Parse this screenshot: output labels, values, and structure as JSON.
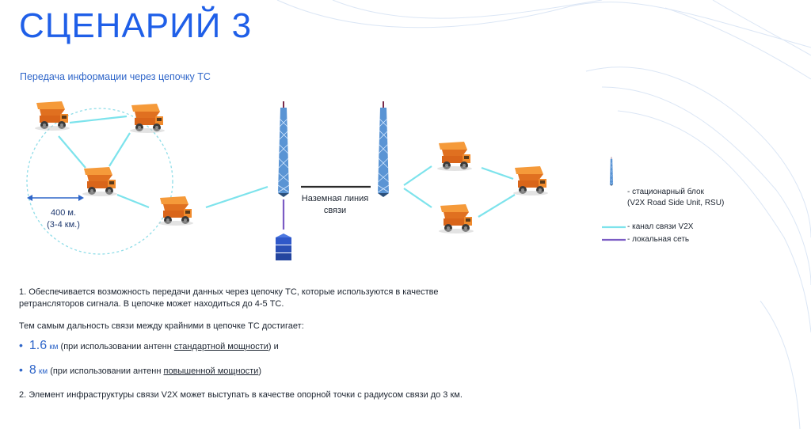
{
  "title": "СЦЕНАРИЙ 3",
  "subtitle": "Передача информации через цепочку ТС",
  "diagram": {
    "distance_label_line1": "400 м.",
    "distance_label_line2": "(3-4 км.)",
    "ground_line_label_line1": "Наземная линия",
    "ground_line_label_line2": "связи",
    "colors": {
      "v2x": "#7de3ec",
      "local": "#7b5cc4",
      "ground": "#2b2b2b",
      "truck": "#f08a2c",
      "tower": "#4a86c8"
    }
  },
  "legend": {
    "rsu_line1": "- стационарный блок",
    "rsu_line2": "(V2X Road Side Unit, RSU)",
    "v2x": "- канал связи V2X",
    "local": "- локальная сеть"
  },
  "body": {
    "p1_line1": "1. Обеспечивается возможность передачи данных через цепочку ТС, которые используются в качестве",
    "p1_line2": "ретрансляторов сигнала. В цепочке может находиться до 4-5 ТС.",
    "p2": "Тем самым дальность связи между крайними в цепочке ТС достигает:",
    "bullet1": {
      "value": "1.6",
      "unit": "км",
      "pre": "(при использовании антенн ",
      "link": "стандартной мощности",
      "post": ") и"
    },
    "bullet2": {
      "value": "8",
      "unit": "км",
      "pre": "(при использовании антенн ",
      "link": "повышенной мощности",
      "post": ")"
    },
    "p3": "2. Элемент инфраструктуры связи V2X может выступать в качестве опорной точки с радиусом связи до 3 км."
  }
}
